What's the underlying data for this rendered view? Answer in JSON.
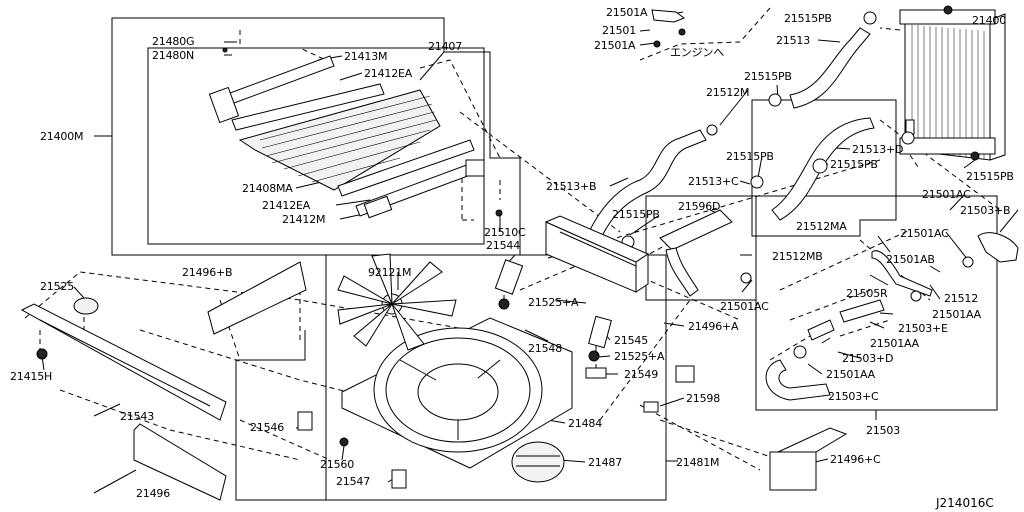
{
  "diagram_code": "J214016C",
  "labels": {
    "l21400": "21400",
    "l21400m": "21400M",
    "l21407": "21407",
    "l21480g": "21480G",
    "l21480n": "21480N",
    "l21413m": "21413M",
    "l21412ea_top": "21412EA",
    "l21408ma": "21408MA",
    "l21412ea_bot": "21412EA",
    "l21412m": "21412M",
    "l21501a_1": "21501A",
    "l21501": "21501",
    "l21501a_2": "21501A",
    "engine_note": "エンジンへ",
    "l21515pb_1": "21515PB",
    "l21513": "21513",
    "l21515pb_2": "21515PB",
    "l21512m": "21512M",
    "l21513d": "21513+D",
    "l21515pb_3": "21515PB",
    "l21515pb_4": "21515PB",
    "l21515pb_5": "21515PB",
    "l21513b": "21513+B",
    "l21513c": "21513+C",
    "l21510c": "21510C",
    "l21515pb_6": "21515PB",
    "l21596d": "21596D",
    "l21501ac_1": "21501AC",
    "l21503b": "21503+B",
    "l21544": "21544",
    "l21512ma": "21512MA",
    "l21501ac_2": "21501AC",
    "l92121m": "92121M",
    "l21512mb": "21512MB",
    "l21501ab": "21501AB",
    "l21525": "21525",
    "l21496b": "21496+B",
    "l21505r": "21505R",
    "l21512": "21512",
    "l21525a_1": "21525+A",
    "l21501aa_1": "21501AA",
    "l21501ac_3": "21501AC",
    "l21496a": "21496+A",
    "l21503e": "21503+E",
    "l21545": "21545",
    "l21501aa_2": "21501AA",
    "l21548": "21548",
    "l21525a_2": "21525+A",
    "l21503d": "21503+D",
    "l21415h": "21415H",
    "l21549": "21549",
    "l21501aa_3": "21501AA",
    "l21503c": "21503+C",
    "l21543": "21543",
    "l21598": "21598",
    "l21546": "21546",
    "l21484": "21484",
    "l21503": "21503",
    "l21560": "21560",
    "l21487": "21487",
    "l21481m": "21481M",
    "l21496c": "21496+C",
    "l21547": "21547",
    "l21496": "21496"
  }
}
